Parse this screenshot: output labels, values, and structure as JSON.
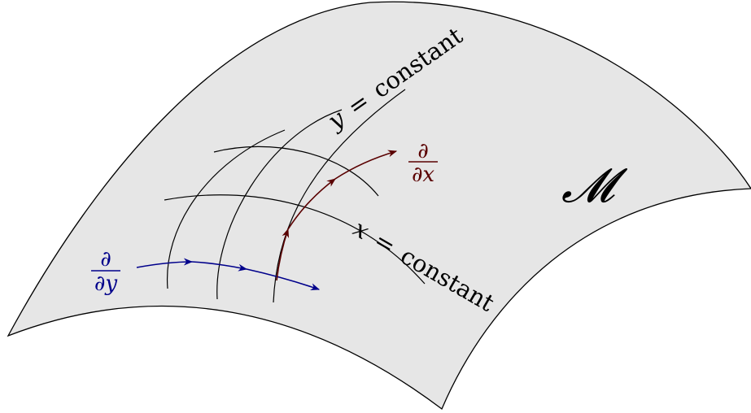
{
  "diagram": {
    "manifold_label": "𝓜",
    "curve_y_label": {
      "variable": "y",
      "equals": "=",
      "word": "constant"
    },
    "curve_x_label": {
      "variable": "x",
      "equals": "=",
      "word": "constant"
    },
    "vector_x": {
      "numerator": "∂",
      "denominator": "∂x",
      "color": "#5a0000"
    },
    "vector_y": {
      "numerator": "∂",
      "denominator": "∂y",
      "color": "#00008b"
    },
    "surface_fill": "#e6e6e6"
  }
}
